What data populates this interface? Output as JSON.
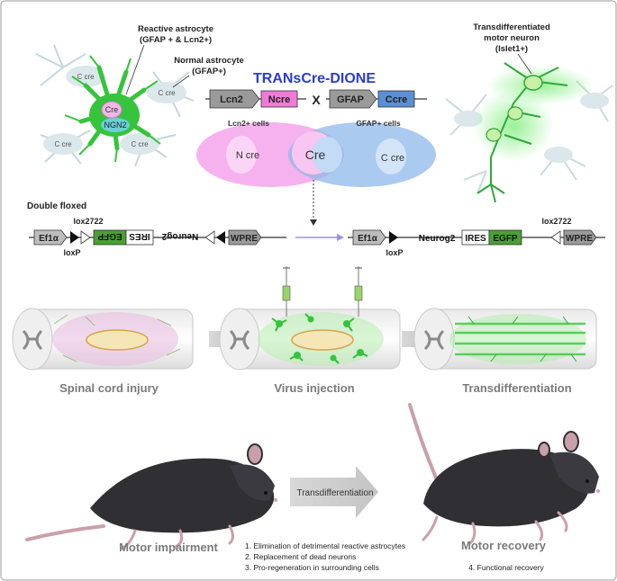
{
  "top": {
    "reactive_astrocyte": [
      "Reactive astrocyte",
      "(GFAP + & Lcn2+)"
    ],
    "normal_astrocyte": [
      "Normal astrocyte",
      "(GFAP+)"
    ],
    "transdiff_neuron": [
      "Transdifferentiated",
      "motor neuron",
      "(Islet1+)"
    ],
    "system_title": "TRANsCre-DIONE",
    "cell_labels": {
      "cre": "Cre",
      "ngn2": "NGN2",
      "c_cre": "C cre"
    },
    "construct_left": {
      "promoter": "Lcn2",
      "gene": "Ncre"
    },
    "cross": "X",
    "construct_right": {
      "promoter": "GFAP",
      "gene": "Ccre"
    },
    "venn": {
      "lcn2_cells": "Lcn2+ cells",
      "gfap_cells": "GFAP+ cells",
      "n_cre": "N cre",
      "cre": "Cre",
      "c_cre": "C cre"
    }
  },
  "vector": {
    "title": "Double floxed",
    "before": {
      "ef1a": "Ef1α",
      "lox2722": "lox2722",
      "loxp": "loxP",
      "egfp": "EGFP",
      "ires": "IRES",
      "neurog2": "Neurog2",
      "wpre": "WPRE"
    },
    "after": {
      "ef1a": "Ef1α",
      "loxp": "loxP",
      "neurog2": "Neurog2",
      "ires": "IRES",
      "egfp": "EGFP",
      "lox2722": "lox2722",
      "wpre": "WPRE"
    }
  },
  "spinal": {
    "stages": [
      "Spinal cord injury",
      "Virus injection",
      "Transdifferentiation"
    ]
  },
  "bottom": {
    "arrow_label": "Transdifferentiation",
    "left_label": "Motor impairment",
    "right_label": "Motor recovery",
    "mechanisms": [
      "1. Elimination of detrimental reactive astrocytes",
      "2. Replacement of dead neurons",
      "3. Pro-regeneration in surrounding cells"
    ],
    "recovery_note": "4. Functional recovery"
  },
  "colors": {
    "title_blue": "#2b3ccf",
    "ncre_pink": "#f07ad6",
    "ccre_blue": "#5a8fd6",
    "egfp_green": "#4aa032",
    "astro_green": "#35c43c",
    "grey_text": "#7a7a7a"
  }
}
